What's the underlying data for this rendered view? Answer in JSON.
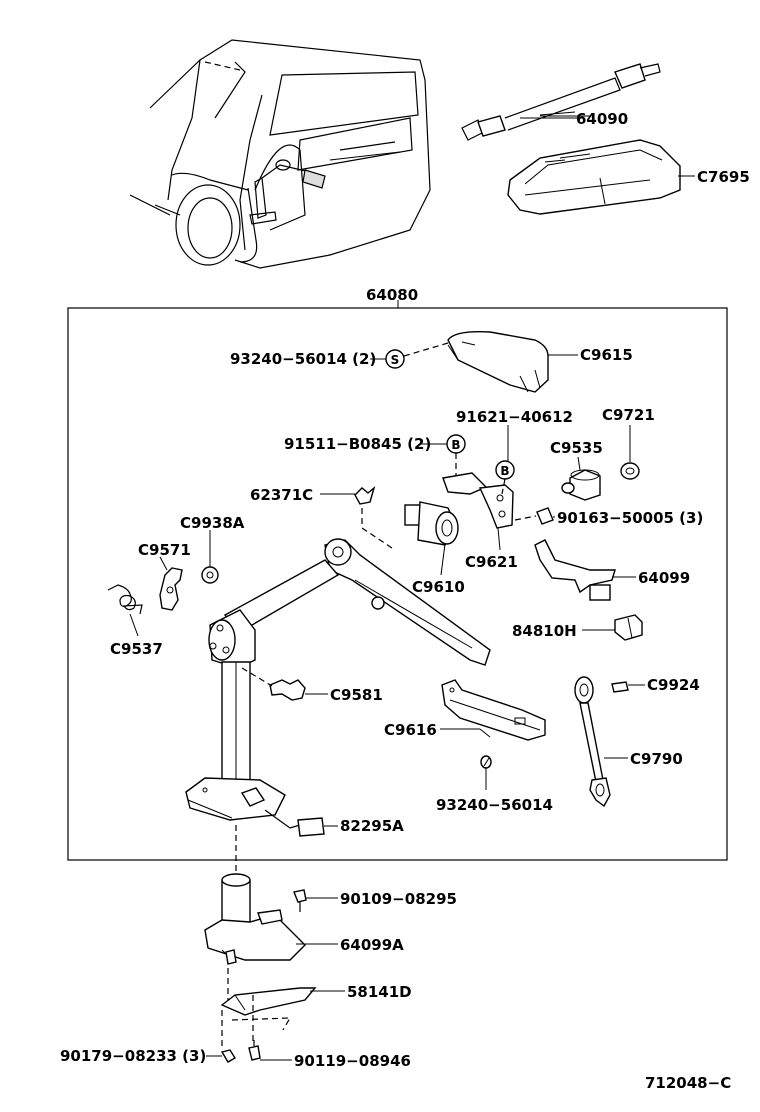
{
  "labels": {
    "p64090": "64090",
    "c7695": "C7695",
    "p64080": "64080",
    "p93240a": "93240−56014 (2)",
    "symS": "S",
    "c9615": "C9615",
    "p91621": "91621−40612",
    "c9721": "C9721",
    "p91511": "91511−B0845 (2)",
    "symB1": "B",
    "symB2": "B",
    "c9535": "C9535",
    "p62371": "62371C",
    "c9938a": "C9938A",
    "p90163": "90163−50005 (3)",
    "c9571": "C9571",
    "c9621": "C9621",
    "c9610": "C9610",
    "p64099": "64099",
    "c9537": "C9537",
    "p84810": "84810H",
    "c9924": "C9924",
    "c9581": "C9581",
    "c9616": "C9616",
    "c9790": "C9790",
    "p93240b": "93240−56014",
    "p82295": "82295A",
    "p90109": "90109−08295",
    "p64099a": "64099A",
    "p58141": "58141D",
    "p90179": "90179−08233 (3)",
    "p90119": "90119−08946",
    "code": "712048−C"
  }
}
